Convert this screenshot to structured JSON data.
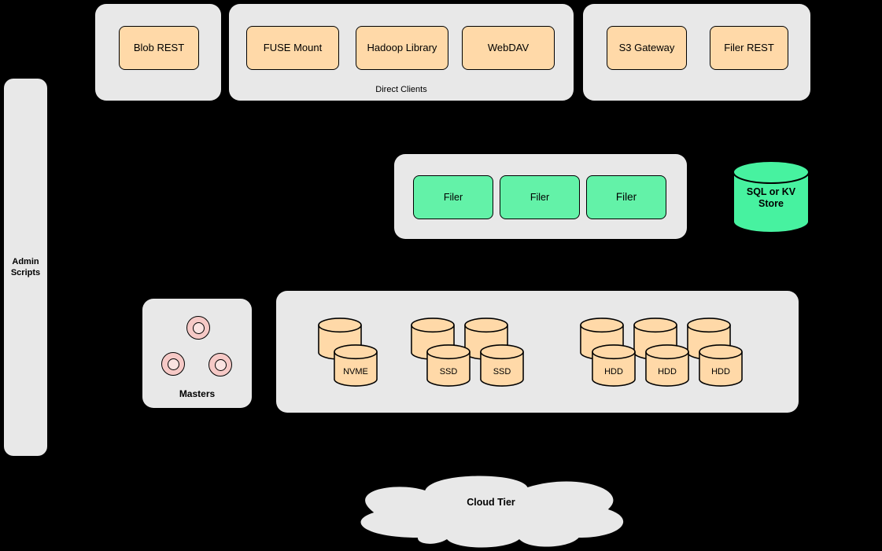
{
  "colors": {
    "background": "#000000",
    "container_fill": "#e8e8e8",
    "client_box_fill": "#ffd9a8",
    "filer_box_fill": "#63f2a8",
    "kv_cylinder_fill": "#47f2a0",
    "master_node_fill": "#f6c9c6",
    "stroke": "#000000"
  },
  "admin_scripts": {
    "label": "Admin Scripts"
  },
  "blob_group": {
    "blob_rest": "Blob REST"
  },
  "direct_clients": {
    "caption": "Direct Clients",
    "fuse_mount": "FUSE Mount",
    "hadoop_library": "Hadoop Library",
    "webdav": "WebDAV"
  },
  "gateways": {
    "s3_gateway": "S3 Gateway",
    "filer_rest": "Filer REST"
  },
  "filers": {
    "items": [
      "Filer",
      "Filer",
      "Filer"
    ]
  },
  "kv_store": {
    "label": "SQL or KV Store"
  },
  "masters": {
    "caption": "Masters"
  },
  "volumes": {
    "nvme_label": "NVME",
    "ssd_labels": [
      "SSD",
      "SSD"
    ],
    "hdd_labels": [
      "HDD",
      "HDD",
      "HDD"
    ]
  },
  "cloud_tier": {
    "label": "Cloud Tier"
  }
}
